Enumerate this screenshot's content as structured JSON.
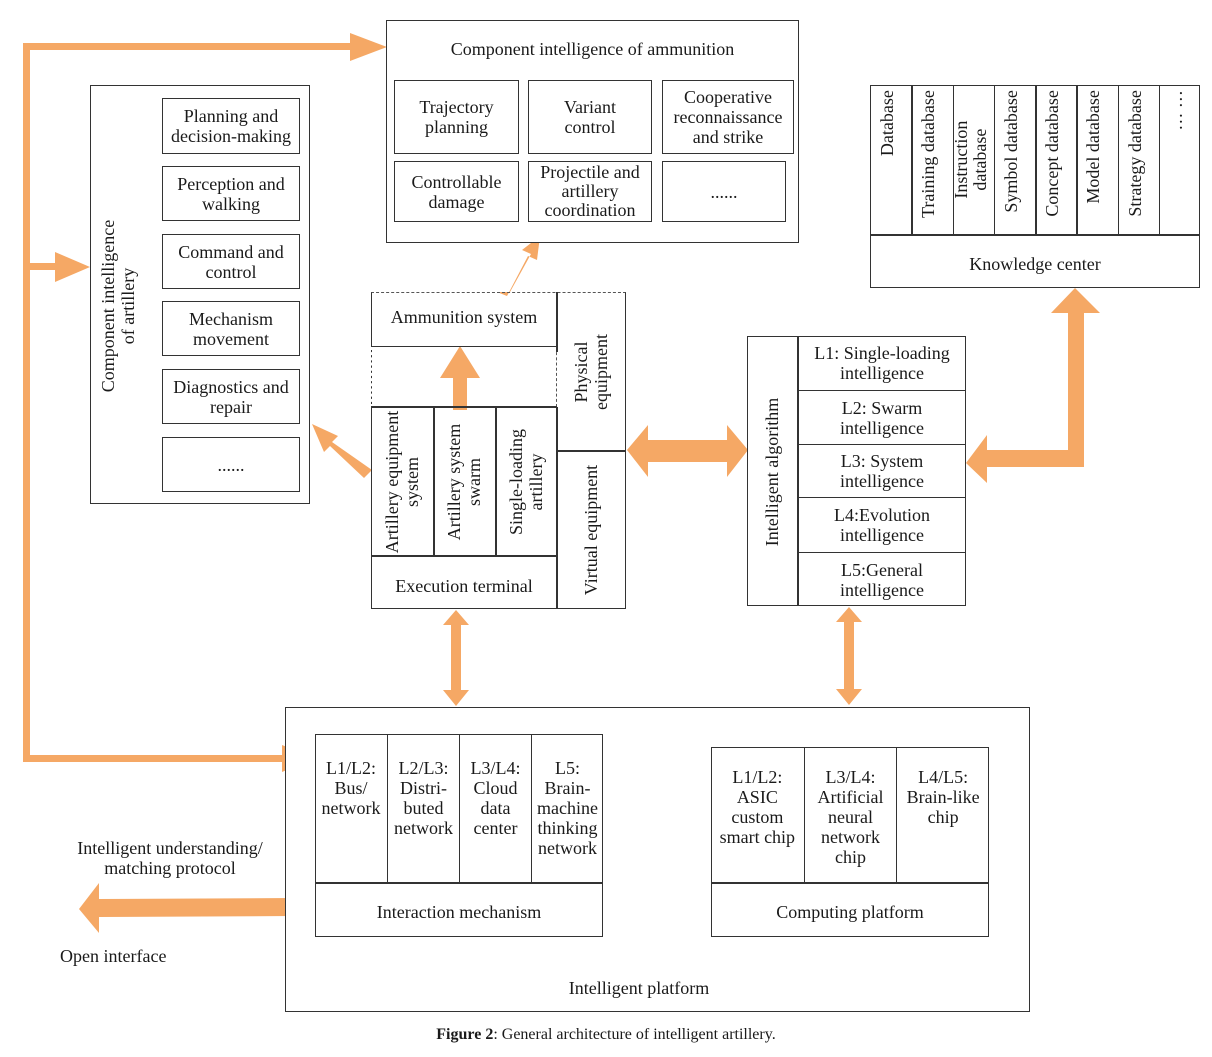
{
  "colors": {
    "arrow": "#F5A865",
    "border": "#333333",
    "text": "#1a1a1a"
  },
  "ammunition_component": {
    "title": "Component intelligence of ammunition",
    "items": [
      "Trajectory planning",
      "Variant control",
      "Cooperative reconnaissance and strike",
      "Controllable damage",
      "Projectile and artillery coordination",
      "......"
    ]
  },
  "artillery_component": {
    "title": "Component intelligence of artillery",
    "items": [
      "Planning and decision-making",
      "Perception and walking",
      "Command and control",
      "Mechanism movement",
      "Diagnostics and repair",
      "......"
    ]
  },
  "knowledge_center": {
    "title": "Knowledge center",
    "databases": [
      "Database",
      "Training database",
      "Instruction database",
      "Symbol database",
      "Concept database",
      "Model database",
      "Strategy database",
      "… …"
    ]
  },
  "execution_terminal": {
    "ammunition_system": "Ammunition system",
    "columns": [
      "Artillery equipment system",
      "Artillery system swarm",
      "Single-loading artillery"
    ],
    "title": "Execution terminal",
    "physical_equipment": "Physical equipment",
    "virtual_equipment": "Virtual equipment"
  },
  "intelligent_algorithm": {
    "title": "Intelligent algorithm",
    "levels": [
      "L1: Single-loading intelligence",
      "L2: Swarm intelligence",
      "L3: System intelligence",
      "L4:Evolution intelligence",
      "L5:General intelligence"
    ]
  },
  "intelligent_platform": {
    "title": "Intelligent platform",
    "interaction": {
      "title": "Interaction mechanism",
      "columns": [
        "L1/L2: Bus/ network",
        "L2/L3: Distri-buted network",
        "L3/L4: Cloud data center",
        "L5: Brain-machine thinking network"
      ]
    },
    "computing": {
      "title": "Computing platform",
      "columns": [
        "L1/L2: ASIC custom smart chip",
        "L3/L4: Artificial neural network chip",
        "L4/L5: Brain-like chip"
      ]
    }
  },
  "external": {
    "protocol_label": "Intelligent understanding/ matching protocol",
    "open_interface_label": "Open interface"
  },
  "caption": {
    "label": "Figure 2",
    "text": ": General architecture of intelligent artillery."
  }
}
